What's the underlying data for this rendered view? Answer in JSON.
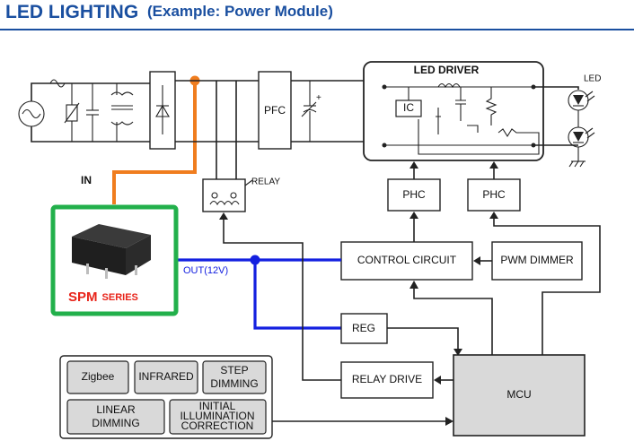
{
  "header": {
    "title": "LED LIGHTING",
    "subtitle": "(Example: Power Module)"
  },
  "diagram": {
    "pfc": "PFC",
    "led_driver": "LED DRIVER",
    "ic": "IC",
    "led": "LED",
    "relay": "RELAY",
    "phc_left": "PHC",
    "phc_right": "PHC",
    "in_label": "IN",
    "out_label": "OUT(12V)",
    "control_circuit": "CONTROL CIRCUIT",
    "pwm_dimmer": "PWM DIMMER",
    "reg": "REG",
    "relay_drive": "RELAY DRIVE",
    "mcu": "MCU",
    "module": {
      "name_main": "SPM",
      "name_sub": "SERIES"
    },
    "features": {
      "zigbee": "Zigbee",
      "infrared": "INFRARED",
      "step_dimming_1": "STEP",
      "step_dimming_2": "DIMMING",
      "linear_dimming_1": "LINEAR",
      "linear_dimming_2": "DIMMING",
      "initial_1": "INITIAL",
      "initial_2": "ILLUMINATION",
      "initial_3": "CORRECTION"
    }
  },
  "colors": {
    "title": "#1a4fa0",
    "rule": "#1a4fa0",
    "in_wire": "#f07d1e",
    "out_wire": "#1420e0",
    "module_border": "#22b04b",
    "module_label": "#e8241a",
    "in_label": "#e8241a",
    "out_label": "#1420e0"
  }
}
